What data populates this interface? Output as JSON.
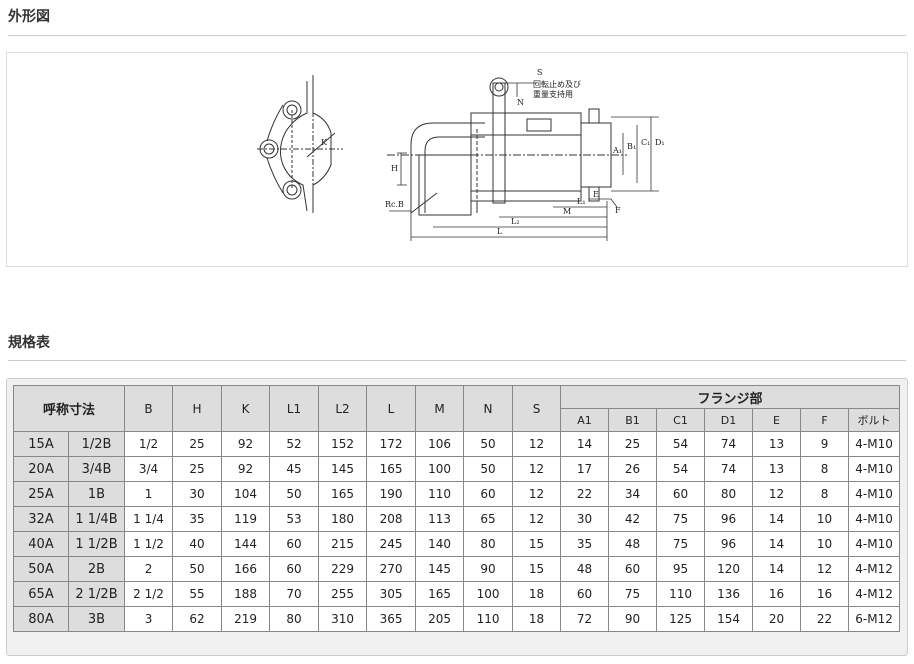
{
  "sections": {
    "outline_title": "外形図",
    "spec_title": "規格表"
  },
  "drawing": {
    "labels": {
      "S": "S",
      "N": "N",
      "note1": "回転止め及び",
      "note2": "重量支持用",
      "K": "K",
      "H": "H",
      "A1": "A₁",
      "B1": "B₁",
      "C1": "C₁",
      "D1": "D₁",
      "E": "E",
      "F": "F",
      "L1": "L₁",
      "M": "M",
      "L2": "L₂",
      "L": "L",
      "RcB": "Rc.B"
    }
  },
  "spec_table": {
    "size_header": "呼称寸法",
    "columns": [
      "B",
      "H",
      "K",
      "L1",
      "L2",
      "L",
      "M",
      "N",
      "S"
    ],
    "flange_header": "フランジ部",
    "flange_columns": [
      "A1",
      "B1",
      "C1",
      "D1",
      "E",
      "F",
      "ボルト"
    ],
    "rows": [
      {
        "a": "15A",
        "b": "1/2B",
        "vals": [
          "1/2",
          "25",
          "92",
          "52",
          "152",
          "172",
          "106",
          "50",
          "12"
        ],
        "flange": [
          "14",
          "25",
          "54",
          "74",
          "13",
          "9",
          "4-M10"
        ]
      },
      {
        "a": "20A",
        "b": "3/4B",
        "vals": [
          "3/4",
          "25",
          "92",
          "45",
          "145",
          "165",
          "100",
          "50",
          "12"
        ],
        "flange": [
          "17",
          "26",
          "54",
          "74",
          "13",
          "8",
          "4-M10"
        ]
      },
      {
        "a": "25A",
        "b": "1B",
        "vals": [
          "1",
          "30",
          "104",
          "50",
          "165",
          "190",
          "110",
          "60",
          "12"
        ],
        "flange": [
          "22",
          "34",
          "60",
          "80",
          "12",
          "8",
          "4-M10"
        ]
      },
      {
        "a": "32A",
        "b": "1 1/4B",
        "vals": [
          "1 1/4",
          "35",
          "119",
          "53",
          "180",
          "208",
          "113",
          "65",
          "12"
        ],
        "flange": [
          "30",
          "42",
          "75",
          "96",
          "14",
          "10",
          "4-M10"
        ]
      },
      {
        "a": "40A",
        "b": "1 1/2B",
        "vals": [
          "1 1/2",
          "40",
          "144",
          "60",
          "215",
          "245",
          "140",
          "80",
          "15"
        ],
        "flange": [
          "35",
          "48",
          "75",
          "96",
          "14",
          "10",
          "4-M10"
        ]
      },
      {
        "a": "50A",
        "b": "2B",
        "vals": [
          "2",
          "50",
          "166",
          "60",
          "229",
          "270",
          "145",
          "90",
          "15"
        ],
        "flange": [
          "48",
          "60",
          "95",
          "120",
          "14",
          "12",
          "4-M12"
        ]
      },
      {
        "a": "65A",
        "b": "2 1/2B",
        "vals": [
          "2 1/2",
          "55",
          "188",
          "70",
          "255",
          "305",
          "165",
          "100",
          "18"
        ],
        "flange": [
          "60",
          "75",
          "110",
          "136",
          "16",
          "16",
          "4-M12"
        ]
      },
      {
        "a": "80A",
        "b": "3B",
        "vals": [
          "3",
          "62",
          "219",
          "80",
          "310",
          "365",
          "205",
          "110",
          "18"
        ],
        "flange": [
          "72",
          "90",
          "125",
          "154",
          "20",
          "22",
          "6-M12"
        ]
      }
    ]
  }
}
